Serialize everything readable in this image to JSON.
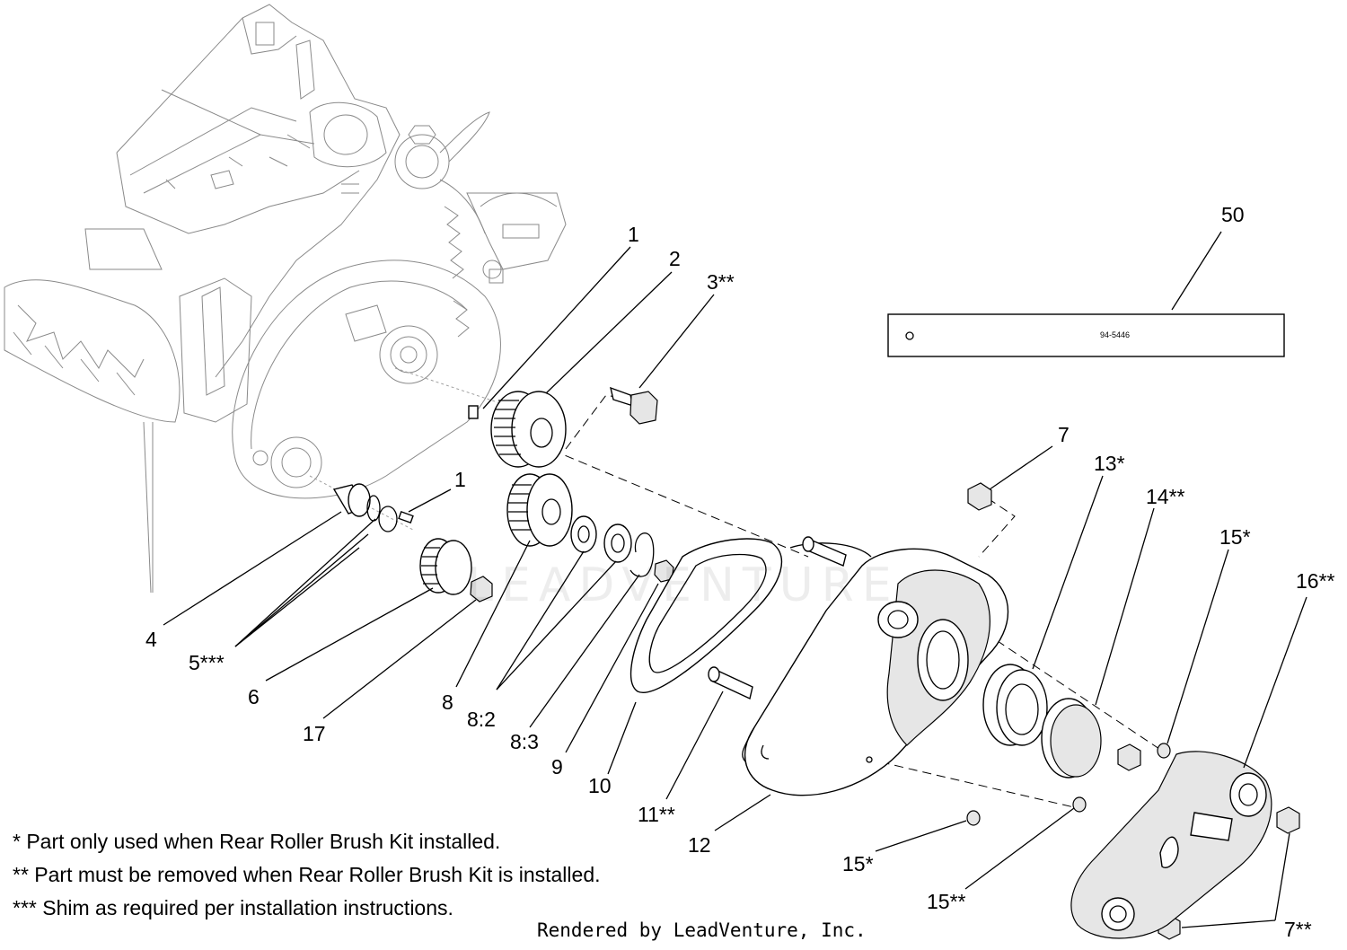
{
  "diagram": {
    "callouts": [
      {
        "id": "c1a",
        "label": "1"
      },
      {
        "id": "c2",
        "label": "2"
      },
      {
        "id": "c3",
        "label": "3**"
      },
      {
        "id": "c50",
        "label": "50"
      },
      {
        "id": "c7a",
        "label": "7"
      },
      {
        "id": "c13",
        "label": "13*"
      },
      {
        "id": "c14",
        "label": "14**"
      },
      {
        "id": "c15a",
        "label": "15*"
      },
      {
        "id": "c16",
        "label": "16**"
      },
      {
        "id": "c1b",
        "label": "1"
      },
      {
        "id": "c4",
        "label": "4"
      },
      {
        "id": "c5",
        "label": "5***"
      },
      {
        "id": "c6",
        "label": "6"
      },
      {
        "id": "c17",
        "label": "17"
      },
      {
        "id": "c8",
        "label": "8"
      },
      {
        "id": "c82",
        "label": "8:2"
      },
      {
        "id": "c83",
        "label": "8:3"
      },
      {
        "id": "c9",
        "label": "9"
      },
      {
        "id": "c10",
        "label": "10"
      },
      {
        "id": "c11",
        "label": "11**"
      },
      {
        "id": "c12",
        "label": "12"
      },
      {
        "id": "c15b",
        "label": "15*"
      },
      {
        "id": "c15c",
        "label": "15**"
      },
      {
        "id": "c7b",
        "label": "7**"
      }
    ],
    "decal_text": "94-5446",
    "watermark": "LEADVENTURE"
  },
  "notes": [
    " * Part only used when Rear Roller Brush Kit installed.",
    "** Part must be removed when Rear Roller Brush Kit is installed.",
    "*** Shim as required per installation instructions."
  ],
  "footer": "Rendered by LeadVenture, Inc."
}
